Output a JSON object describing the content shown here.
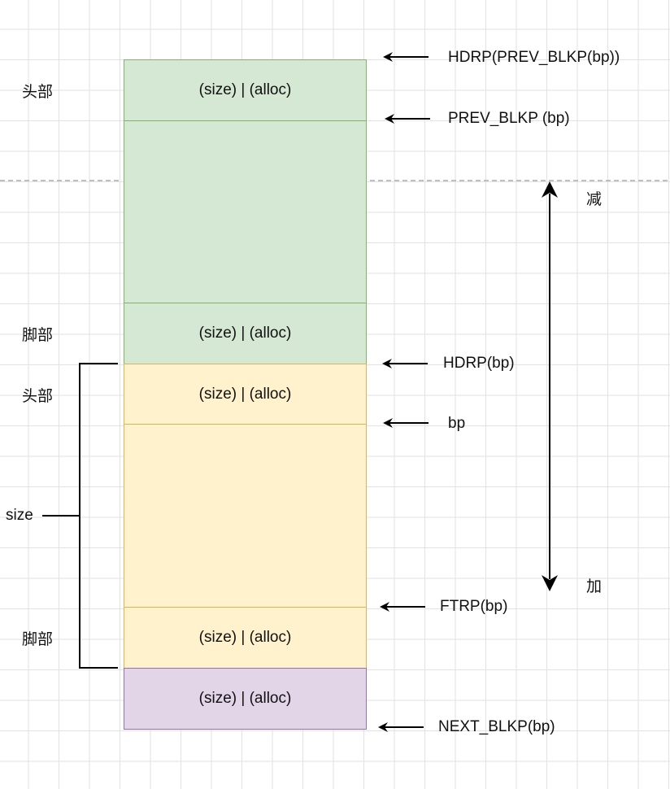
{
  "blocks": {
    "prev_header": "(size) | (alloc)",
    "prev_payload": "",
    "prev_footer": "(size) | (alloc)",
    "cur_header": "(size) | (alloc)",
    "cur_payload": "",
    "cur_footer": "(size) | (alloc)",
    "next_header": "(size) | (alloc)"
  },
  "side_labels": {
    "prev_header": "头部",
    "prev_footer": "脚部",
    "cur_header": "头部",
    "cur_footer": "脚部",
    "size": "size"
  },
  "pointers": {
    "hdrp_prev_blkp": "HDRP(PREV_BLKP(bp))",
    "prev_blkp": "PREV_BLKP (bp)",
    "hdrp": "HDRP(bp)",
    "bp": "bp",
    "ftrp": "FTRP(bp)",
    "next_blkp": "NEXT_BLKP(bp)"
  },
  "address": {
    "decrease": "减",
    "increase": "加"
  },
  "colors": {
    "green_fill": "#d5e8d4",
    "green_stroke": "#82b366",
    "yellow_fill": "#fff2cc",
    "yellow_stroke": "#d6b656",
    "purple_fill": "#e1d5e7",
    "purple_stroke": "#9673a6"
  }
}
